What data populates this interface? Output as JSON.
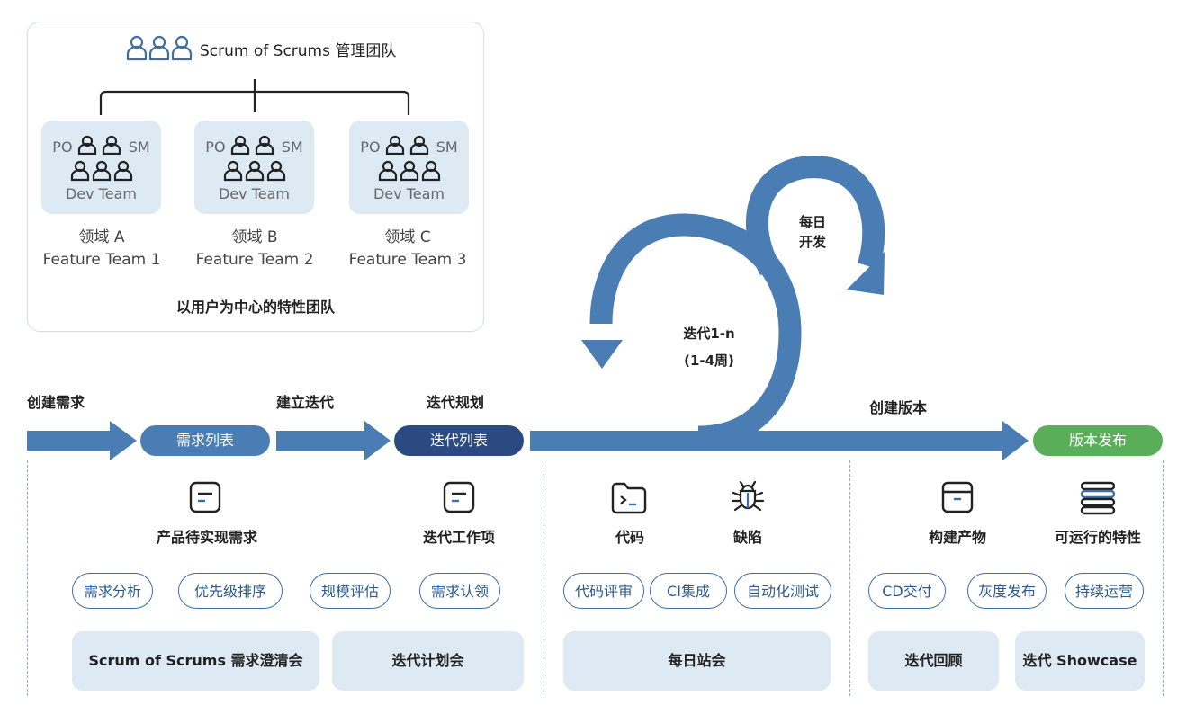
{
  "management": {
    "title": "Scrum of Scrums 管理团队",
    "subtitle": "以用户为中心的特性团队",
    "teams": [
      {
        "po": "PO",
        "sm": "SM",
        "dev": "Dev Team",
        "domain": "领域 A",
        "name": "Feature Team 1"
      },
      {
        "po": "PO",
        "sm": "SM",
        "dev": "Dev Team",
        "domain": "领域 B",
        "name": "Feature Team 2"
      },
      {
        "po": "PO",
        "sm": "SM",
        "dev": "Dev Team",
        "domain": "领域 C",
        "name": "Feature Team 3"
      }
    ]
  },
  "cycle": {
    "daily": [
      "每日",
      "开发"
    ],
    "iteration": [
      "迭代1-n",
      "(1-4周)"
    ]
  },
  "flow": {
    "labels": {
      "create_requirement": "创建需求",
      "build_iteration": "建立迭代",
      "iteration_planning": "迭代规划",
      "create_version": "创建版本"
    },
    "pills": {
      "backlog": "需求列表",
      "iteration_list": "迭代列表",
      "release": "版本发布"
    }
  },
  "artifacts": {
    "backlog_items": "产品待实现需求",
    "work_items": "迭代工作项",
    "code": "代码",
    "defect": "缺陷",
    "build": "构建产物",
    "feature": "可运行的特性"
  },
  "activities": [
    "需求分析",
    "优先级排序",
    "规模评估",
    "需求认领",
    "代码评审",
    "CI集成",
    "自动化测试",
    "CD交付",
    "灰度发布",
    "持续运营"
  ],
  "meetings": [
    "Scrum of Scrums 需求澄清会",
    "迭代计划会",
    "每日站会",
    "迭代回顾",
    "迭代 Showcase"
  ],
  "colors": {
    "arrow": "#4a7db3",
    "pill_mid": "#4a7db3",
    "pill_dark": "#2c4a82",
    "pill_green": "#5aae5a",
    "card_bg": "#dde9f3",
    "outline": "#3d6fa6"
  }
}
